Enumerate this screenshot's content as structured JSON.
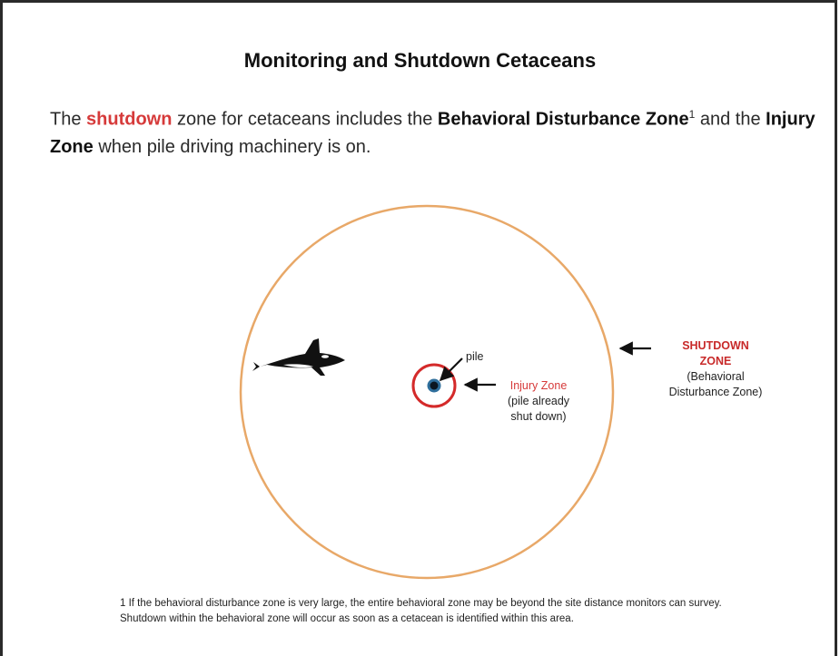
{
  "title": "Monitoring and Shutdown Cetaceans",
  "intro": {
    "part1": "The ",
    "shutdown_word": "shutdown",
    "part2": " zone for cetaceans includes the ",
    "bdz_bold": "Behavioral Disturbance Zone",
    "superscript": "1",
    "part3": " and the ",
    "injury_bold": "Injury Zone",
    "part4": " when pile driving machinery is on."
  },
  "diagram": {
    "pile_label": "pile",
    "injury_zone_label": "Injury Zone",
    "injury_zone_note_line1": "(pile already",
    "injury_zone_note_line2": "shut down)",
    "shutdown_label_line1": "SHUTDOWN",
    "shutdown_label_line2": "ZONE",
    "shutdown_note_line1": "(Behavioral",
    "shutdown_note_line2": "Disturbance Zone)"
  },
  "footnote": "1 If the behavioral disturbance zone is very large, the entire behavioral zone may be beyond the site distance monitors can survey. Shutdown within the behavioral zone will occur as soon as a cetacean is identified within this area.",
  "colors": {
    "shutdown_zone_circle": "#e8a868",
    "injury_zone_circle": "#d42a2a",
    "red_text": "#d63a3a",
    "pile": "#1e4b6e"
  }
}
